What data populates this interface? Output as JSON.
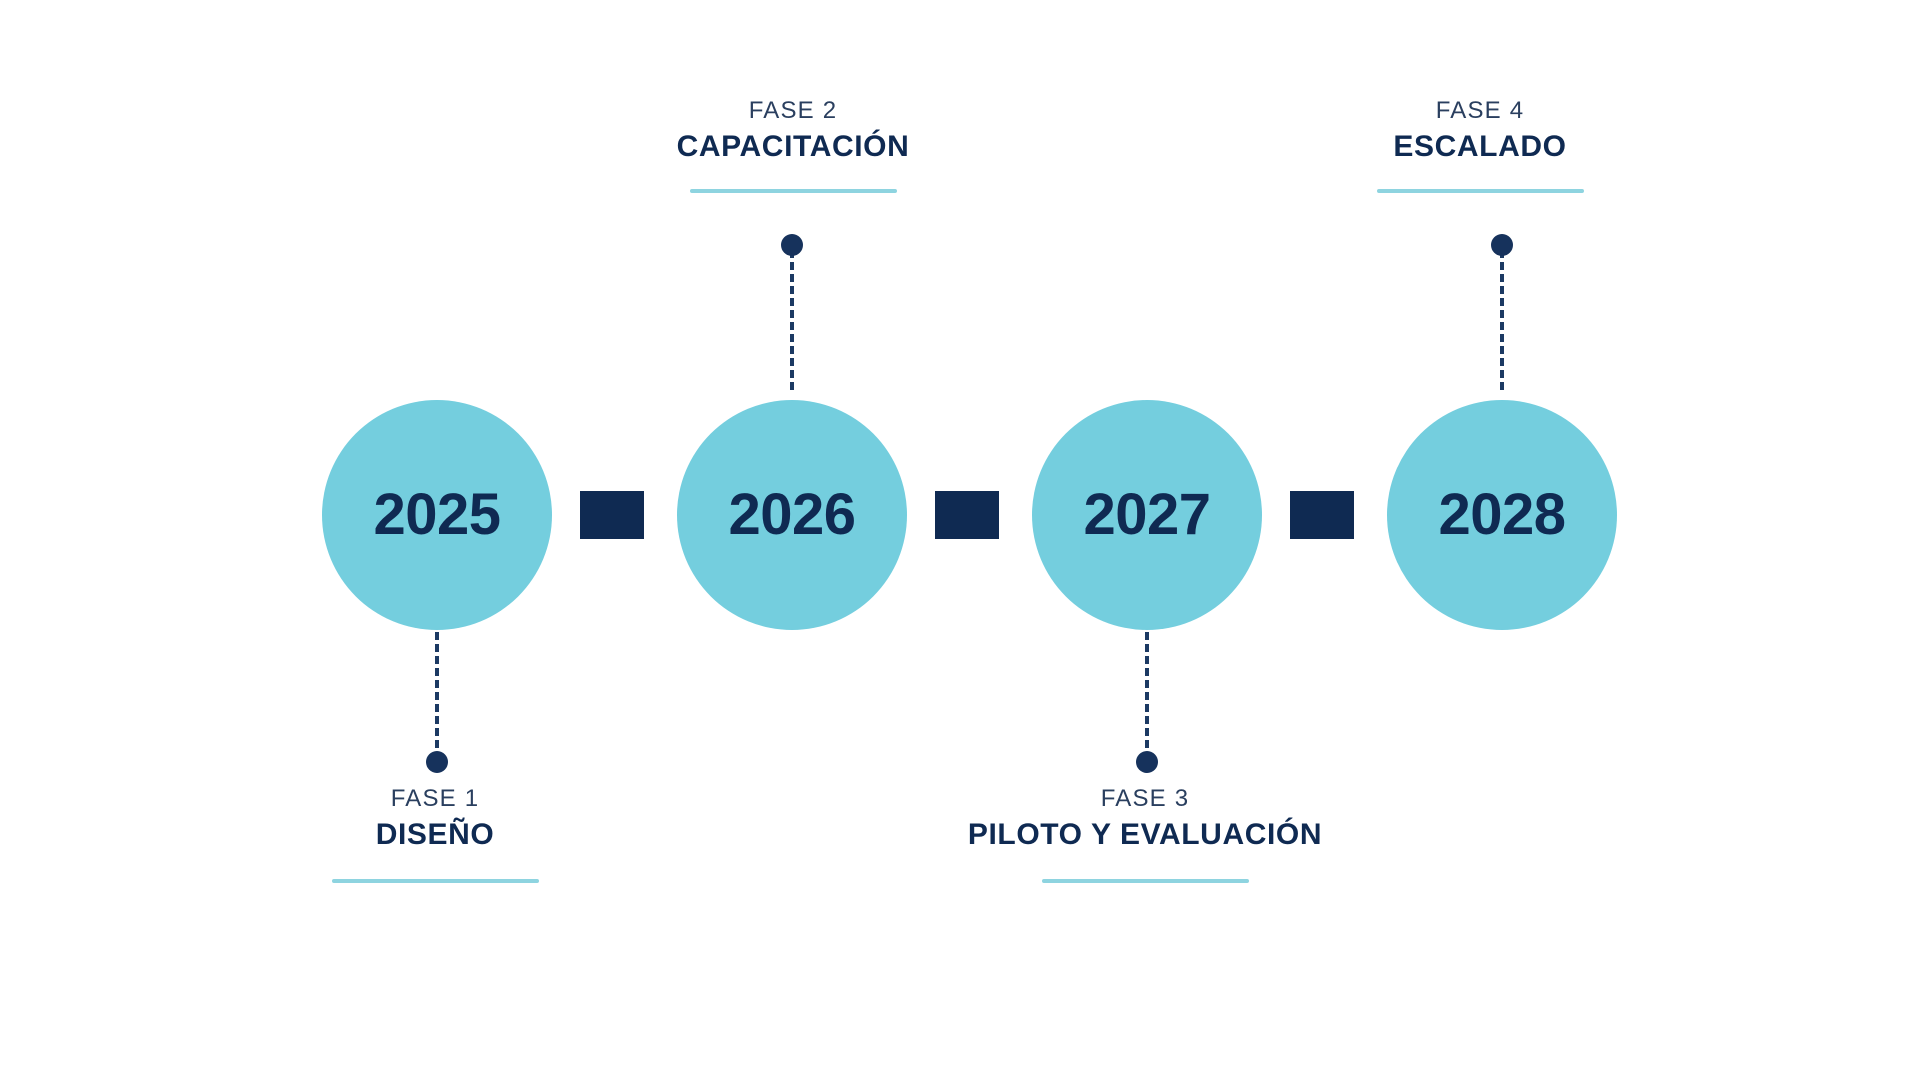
{
  "theme": {
    "background": "#ffffff",
    "circle_fill": "#74CEDE",
    "navy": "#0F2A52",
    "accent_rule": "#8ED4E0",
    "phase_text": "#2A3F5F"
  },
  "timeline": {
    "milestones": [
      {
        "year": "2025",
        "phase": "FASE 1",
        "title": "DISEÑO",
        "position": "below"
      },
      {
        "year": "2026",
        "phase": "FASE 2",
        "title": "CAPACITACIÓN",
        "position": "above"
      },
      {
        "year": "2027",
        "phase": "FASE 3",
        "title": "PILOTO Y EVALUACIÓN",
        "position": "below"
      },
      {
        "year": "2028",
        "phase": "FASE 4",
        "title": "ESCALADO",
        "position": "above"
      }
    ]
  }
}
